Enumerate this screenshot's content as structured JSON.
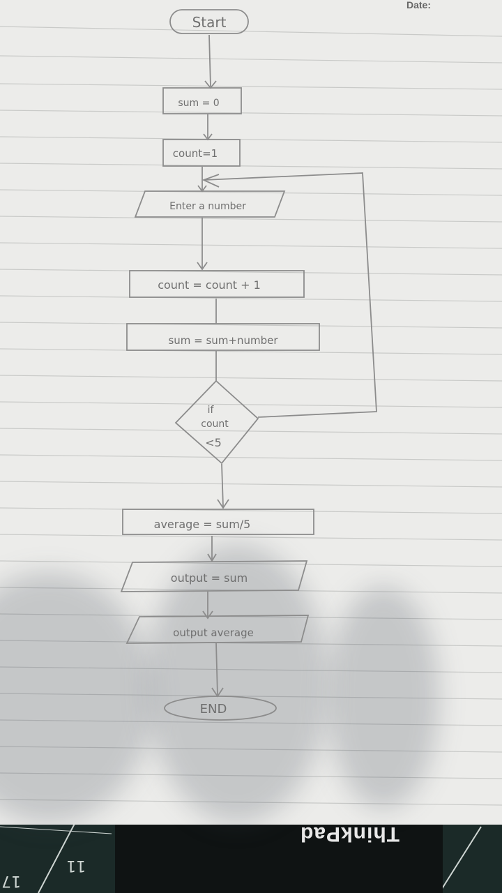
{
  "header": {
    "date_label": "Date:"
  },
  "flowchart": {
    "start": "Start",
    "init_sum": "sum = 0",
    "init_count": "count=1",
    "input_number": "Enter a number",
    "increment_count": "count = count + 1",
    "update_sum": "sum = sum+number",
    "decision": {
      "line1": "if",
      "line2": "count",
      "line3": "<5"
    },
    "compute_average": "average = sum/5",
    "output_sum": "output = sum",
    "output_average": "output average",
    "end": "END"
  },
  "background": {
    "laptop_brand": "ThinkPad",
    "ruler_marks": [
      "11",
      "17"
    ]
  },
  "colors": {
    "paper": "#ececea",
    "rule_line": "#c9cac8",
    "pencil": "#8c8c8c",
    "mat": "#1b2a28"
  }
}
